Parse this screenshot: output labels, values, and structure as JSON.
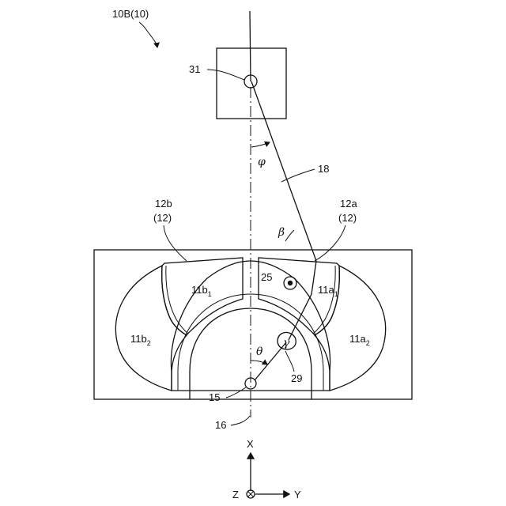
{
  "figure": {
    "ref_main": "10B(10)",
    "labels": {
      "pivot_31": "31",
      "arm_18": "18",
      "fixed_12a": "12a",
      "fixed_12a_parent": "(12)",
      "fixed_12b": "12b",
      "fixed_12b_parent": "(12)",
      "pin_25": "25",
      "pivot_15": "15",
      "axis_16": "16",
      "contact_29": "29"
    },
    "segments": {
      "a1_main": "11a",
      "a1_sub": "1",
      "a2_main": "11a",
      "a2_sub": "2",
      "b1_main": "11b",
      "b1_sub": "1",
      "b2_main": "11b",
      "b2_sub": "2"
    },
    "angles": {
      "phi": "φ",
      "beta": "β",
      "theta": "θ",
      "gamma": "γ"
    },
    "axes": {
      "x": "X",
      "y": "Y",
      "z": "Z"
    }
  }
}
